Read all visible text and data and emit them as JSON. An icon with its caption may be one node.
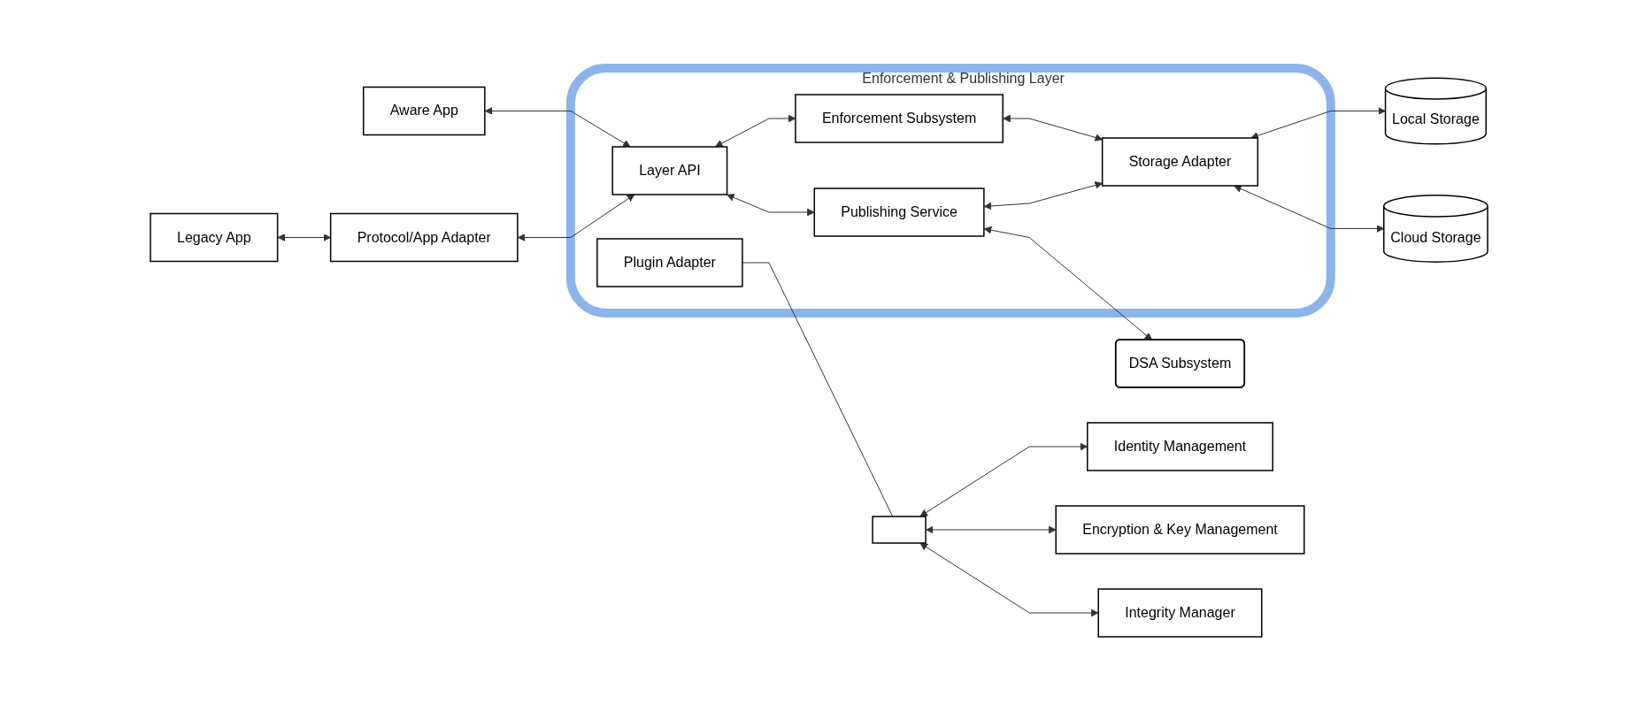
{
  "diagram": {
    "nodes": [
      {
        "text": [
          "Enforcement & Publishing Layer"
        ]
      },
      {
        "text": [
          "Aware App"
        ]
      },
      {
        "text": [
          "Legacy App"
        ]
      },
      {
        "text": [
          "Protocol/App Adapter"
        ]
      },
      {
        "text": [
          "Layer API"
        ],
        "in": 0
      },
      {
        "text": [
          "Enforcement Subsystem"
        ],
        "in": 0
      },
      {
        "text": [
          "Publishing Service"
        ],
        "in": 0
      },
      {
        "text": [
          "Storage Adapter"
        ],
        "in": 0
      },
      {
        "text": [
          "Plugin Adapter"
        ],
        "in": 0
      },
      {
        "text": [],
        "shape": "box"
      },
      {
        "text": [
          "Local Storage"
        ]
      },
      {
        "text": [
          "Cloud Storage"
        ]
      },
      {
        "text": [
          "DSA Subsystem"
        ]
      },
      {
        "text": [
          "Identity Management"
        ]
      },
      {
        "text": [
          "Encryption & Key Management"
        ]
      },
      {
        "text": [
          "Integrity Manager"
        ]
      }
    ],
    "edges": [
      {
        "from": 1,
        "to": 4,
        "arrow": "both"
      },
      {
        "from": 2,
        "to": 3,
        "arrow": "both"
      },
      {
        "from": 3,
        "to": 4,
        "arrow": "both"
      },
      {
        "from": 4,
        "to": 5,
        "arrow": "both"
      },
      {
        "from": 4,
        "to": 6,
        "arrow": "both"
      },
      {
        "from": 5,
        "to": 7,
        "arrow": "both"
      },
      {
        "from": 6,
        "to": 7,
        "arrow": "both"
      },
      {
        "from": 7,
        "to": 10,
        "arrow": "both"
      },
      {
        "from": 7,
        "to": 11,
        "arrow": "both"
      },
      {
        "from": 6,
        "to": 12,
        "arrow": "both"
      },
      {
        "from": 8,
        "to": 9,
        "arrow": "none"
      },
      {
        "from": 9,
        "to": 13,
        "arrow": "both"
      },
      {
        "from": 9,
        "to": 14,
        "arrow": "both"
      },
      {
        "from": 9,
        "to": 15,
        "arrow": "both"
      }
    ]
  }
}
